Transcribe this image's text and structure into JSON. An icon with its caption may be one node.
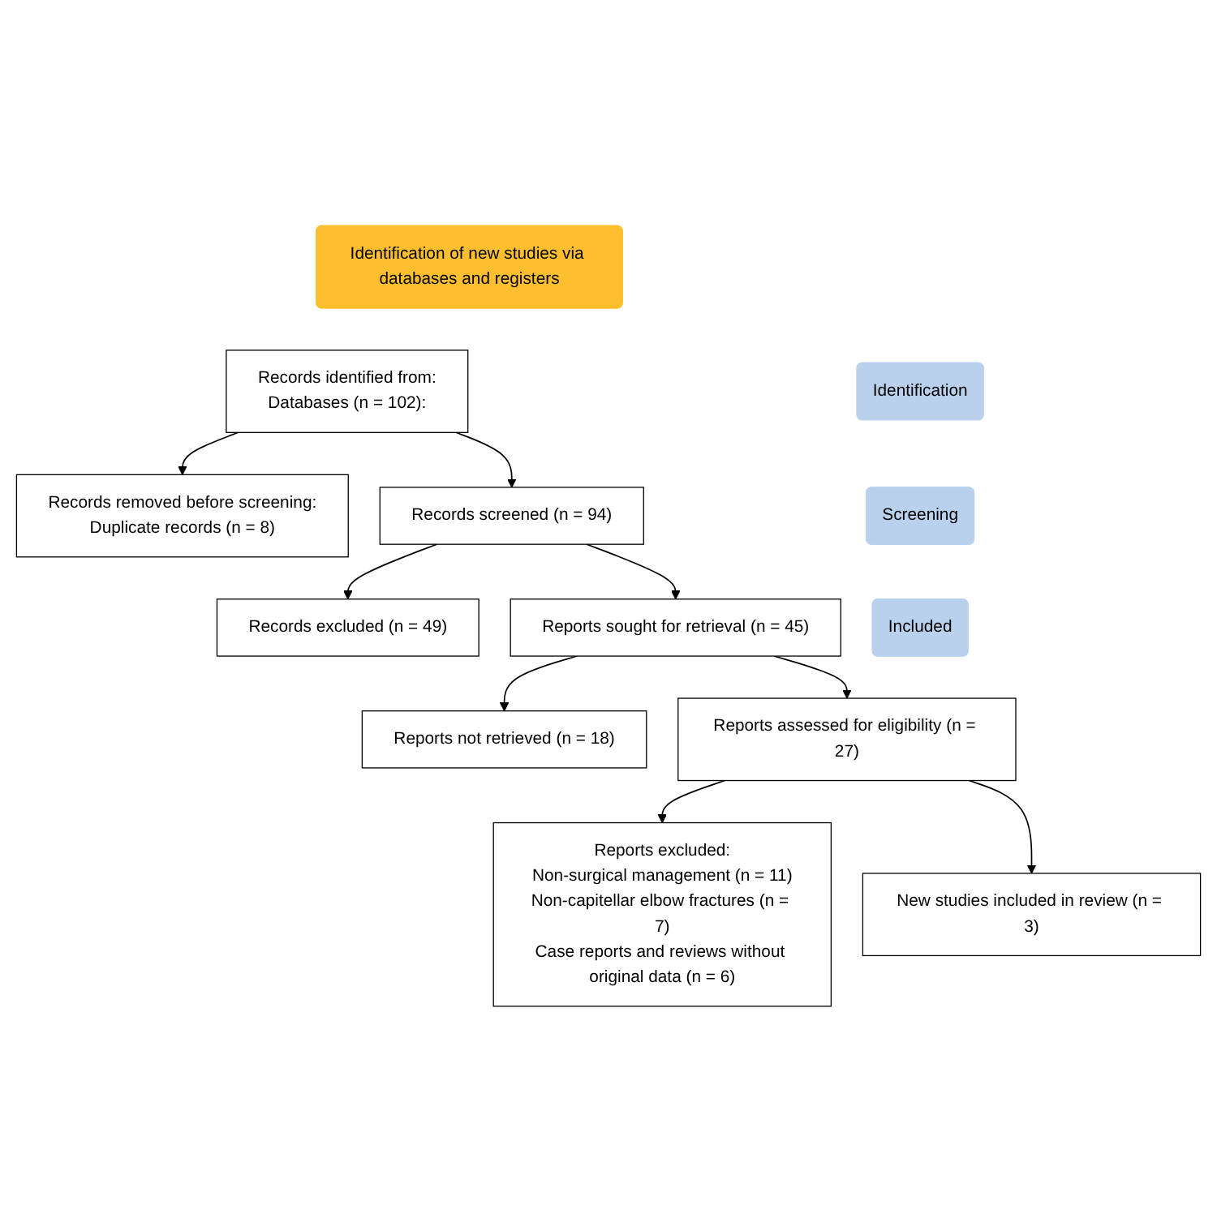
{
  "diagram": {
    "nodes": [
      {
        "text": [
          "Identification of new studies via databases and registers"
        ]
      },
      {
        "text": [
          "Identification"
        ]
      },
      {
        "text": [
          "Records identified from:",
          "Databases (n = 102):"
        ]
      },
      {
        "text": [
          "Records removed before screening:",
          "Duplicate records (n = 8)"
        ]
      },
      {
        "text": [
          "Screening"
        ]
      },
      {
        "text": [
          "Records screened (n = 94)"
        ]
      },
      {
        "text": [
          "Records excluded (n = 49)"
        ]
      },
      {
        "text": [
          "Reports sought for retrieval (n = 45)"
        ]
      },
      {
        "text": [
          "Reports not retrieved (n = 18)"
        ]
      },
      {
        "text": [
          "Reports assessed for eligibility (n = 27)"
        ]
      },
      {
        "text": [
          "Reports excluded:",
          "Non-surgical management (n = 11)",
          "Non-capitellar elbow fractures (n = 7)",
          "Case reports and reviews without original data (n = 6)"
        ]
      },
      {
        "text": [
          "Included"
        ]
      },
      {
        "text": [
          "New studies included in review (n = 3)"
        ]
      }
    ],
    "edges": [
      {
        "from": 2,
        "to": 3,
        "arrow": "to"
      },
      {
        "from": 2,
        "to": 5,
        "arrow": "to"
      },
      {
        "from": 5,
        "to": 6,
        "arrow": "to"
      },
      {
        "from": 5,
        "to": 7,
        "arrow": "to"
      },
      {
        "from": 7,
        "to": 8,
        "arrow": "to"
      },
      {
        "from": 7,
        "to": 9,
        "arrow": "to"
      },
      {
        "from": 9,
        "to": 10,
        "arrow": "to"
      },
      {
        "from": 9,
        "to": 12,
        "arrow": "to"
      }
    ]
  }
}
